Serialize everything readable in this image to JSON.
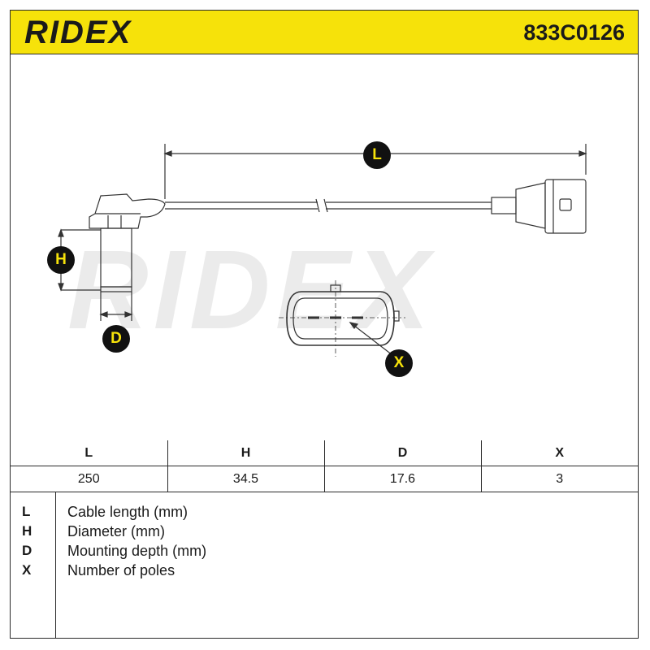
{
  "header": {
    "brand": "RIDEX",
    "part_number": "833C0126",
    "background_color": "#f6e20a"
  },
  "watermark": {
    "text": "RIDEX"
  },
  "drawing": {
    "badges": {
      "length": "L",
      "height": "H",
      "depth": "D",
      "poles": "X"
    },
    "badge_fill": "#111111",
    "badge_text_color": "#f6e20a"
  },
  "specs": {
    "headers": [
      "L",
      "H",
      "D",
      "X"
    ],
    "values": [
      "250",
      "34.5",
      "17.6",
      "3"
    ]
  },
  "legend": [
    {
      "key": "L",
      "desc": "Cable length (mm)"
    },
    {
      "key": "H",
      "desc": "Diameter (mm)"
    },
    {
      "key": "D",
      "desc": "Mounting depth (mm)"
    },
    {
      "key": "X",
      "desc": "Number of poles"
    }
  ]
}
